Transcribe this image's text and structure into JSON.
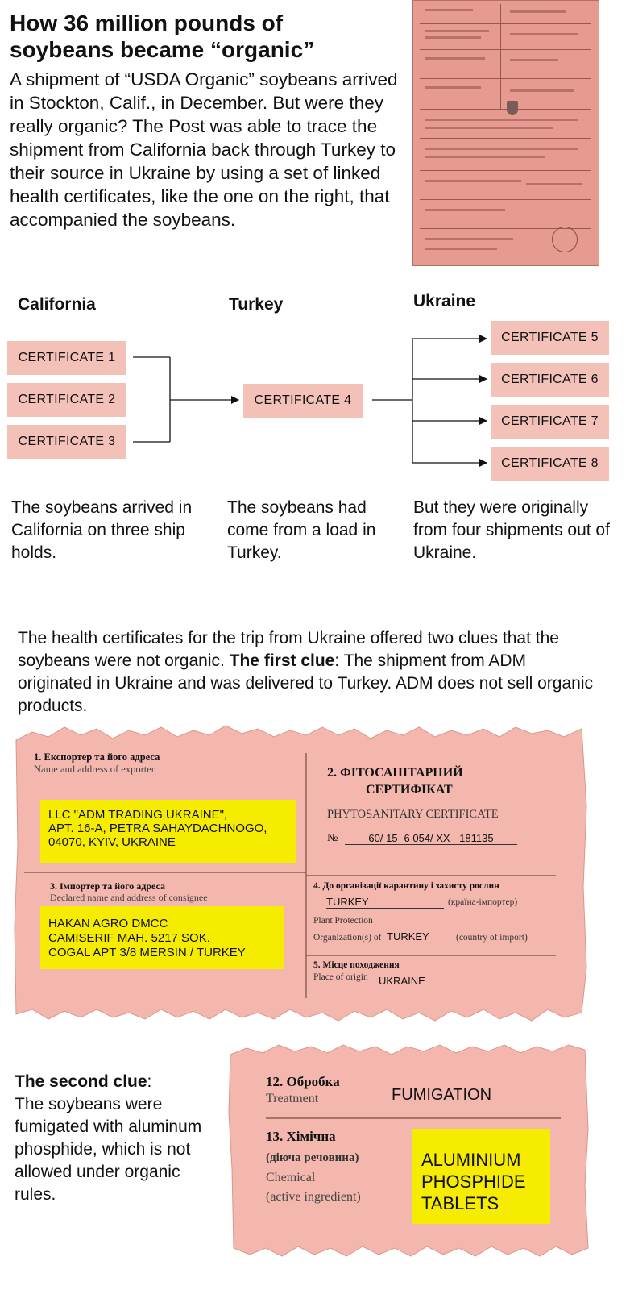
{
  "title": "How 36 million pounds of soybeans became “organic”",
  "intro": "A shipment of “USDA Organic” soybeans arrived in Stockton, Calif., in December. But were they really organic? The Post was able to trace the shipment from California back through Turkey to their source in Ukraine by using a set of linked health certificates, like the one on the right, that accompanied the soybeans.",
  "columns": [
    {
      "heading": "California",
      "caption": "The soybeans arrived in California on three ship holds."
    },
    {
      "heading": "Turkey",
      "caption": "The soybeans had come from a load in Turkey."
    },
    {
      "heading": "Ukraine",
      "caption": "But they were originally from four shipments out of Ukraine."
    }
  ],
  "certificates": [
    "CERTIFICATE 1",
    "CERTIFICATE 2",
    "CERTIFICATE 3",
    "CERTIFICATE 4",
    "CERTIFICATE 5",
    "CERTIFICATE 6",
    "CERTIFICATE 7",
    "CERTIFICATE 8"
  ],
  "clue_paragraph": {
    "pre": "The health certificates for the trip from Ukraine offered two clues that the soybeans were not organic. ",
    "bold": "The first clue",
    "post": ": The shipment from ADM originated in Ukraine and was delivered to Turkey. ADM does not sell organic products."
  },
  "doc1": {
    "field1_uk": "1. Експортер та його адреса",
    "field1_en": "Name and address of exporter",
    "exporter": [
      "LLC \"ADM TRADING UKRAINE\",",
      "APT. 16-A, PETRA SAHAYDACHNOGO,",
      "04070, KYIV, UKRAINE"
    ],
    "field2_uk": "2. ФІТОСАНІТАРНИЙ",
    "field2_uk2": "СЕРТИФІКАТ",
    "field2_en": "PHYTOSANITARY  CERTIFICATE",
    "number_label": "№",
    "number": "60/ 15- 6 054/ XX - 181135",
    "field3_uk": "3. Імпортер та його адреса",
    "field3_en": "Declared name and address of consignee",
    "consignee": [
      "HAKAN AGRO DMCC",
      "CAMISERIF MAH. 5217 SOK.",
      "COGAL APT 3/8 MERSIN / TURKEY"
    ],
    "field4_uk": "4. До організації  карантину і захисту рослин",
    "field4_country": "TURKEY",
    "field4_country_label": "(країна-імпортер)",
    "field4_en1": "Plant Protection",
    "field4_en2": "Organization(s) of",
    "field4_country2": "TURKEY",
    "field4_en3": "(country of import)",
    "field5_uk": "5. Місце походження",
    "field5_en": "Place of origin",
    "origin": "UKRAINE"
  },
  "second_clue": {
    "bold": "The second clue",
    "colon": ":",
    "text": "The soybeans were fumigated with aluminum phosphide, which is not allowed under organic rules."
  },
  "doc2": {
    "f12_uk": "12. Обробка",
    "f12_en": "Treatment",
    "treatment": "FUMIGATION",
    "f13_uk": "13. Хімічна",
    "f13_uk2": "(діюча речовина)",
    "f13_en1": "Chemical",
    "f13_en2": "(active ingredient)",
    "chemical": [
      "ALUMINIUM",
      "PHOSPHIDE",
      "TABLETS"
    ]
  },
  "colors": {
    "certificate_fill": "#f4c1b9",
    "document_fill": "#f4b7ae",
    "highlight": "#f6ec00"
  }
}
